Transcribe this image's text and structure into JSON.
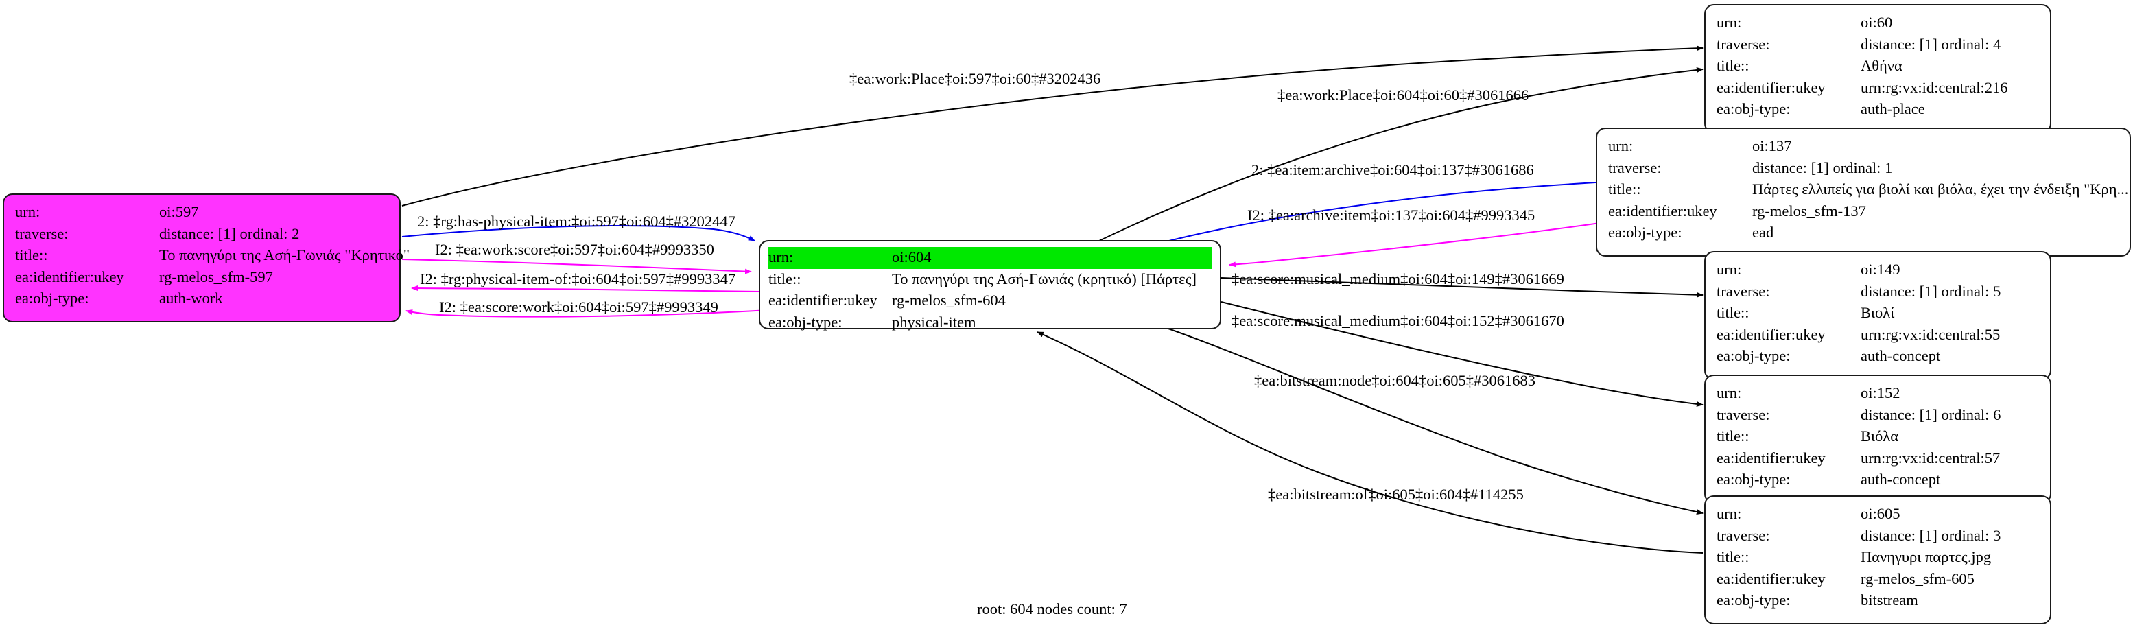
{
  "graph": {
    "caption": "root: 604 nodes count: 7",
    "root_urn": "oi:604",
    "node_count": 7,
    "colors": {
      "root_highlight": "#00e800",
      "focus_node_fill": "#ff33ff",
      "edge_default": "#000000",
      "edge_blue": "#0000ee",
      "edge_magenta": "#ff00ff"
    },
    "field_labels": {
      "urn": "urn:",
      "traverse": "traverse:",
      "title": "title::",
      "ukey": "ea:identifier:ukey",
      "objtype": "ea:obj-type:"
    }
  },
  "nodes": [
    {
      "id": "n597",
      "urn": "oi:597",
      "traverse": "distance: [1]      ordinal: 2",
      "title": "Το πανηγύρι της Ασή-Γωνιάς \"Κρητικό\"",
      "ukey": "rg-melos_sfm-597",
      "objtype": "auth-work"
    },
    {
      "id": "n604",
      "urn": "oi:604",
      "title": "Το πανηγύρι της Ασή-Γωνιάς (κρητικό) [Πάρτες]",
      "ukey": "rg-melos_sfm-604",
      "objtype": "physical-item"
    },
    {
      "id": "n60",
      "urn": "oi:60",
      "traverse": "distance: [1]      ordinal: 4",
      "title": "Αθήνα",
      "ukey": "urn:rg:vx:id:central:216",
      "objtype": "auth-place"
    },
    {
      "id": "n137",
      "urn": "oi:137",
      "traverse": "distance: [1]      ordinal: 1",
      "title": "Πάρτες ελλιπείς για βιολί και βιόλα, έχει την ένδειξη \"Κρη...",
      "ukey": "rg-melos_sfm-137",
      "objtype": "ead"
    },
    {
      "id": "n149",
      "urn": "oi:149",
      "traverse": "distance: [1]      ordinal: 5",
      "title": "Βιολί",
      "ukey": "urn:rg:vx:id:central:55",
      "objtype": "auth-concept"
    },
    {
      "id": "n152",
      "urn": "oi:152",
      "traverse": "distance: [1]      ordinal: 6",
      "title": "Βιόλα",
      "ukey": "urn:rg:vx:id:central:57",
      "objtype": "auth-concept"
    },
    {
      "id": "n605",
      "urn": "oi:605",
      "traverse": "distance: [1]      ordinal: 3",
      "title": "Πανηγυρι παρτες.jpg",
      "ukey": "rg-melos_sfm-605",
      "objtype": "bitstream"
    }
  ],
  "edges": [
    {
      "id": "e1",
      "label": "‡ea:work:Place‡oi:597‡oi:60‡#3202436",
      "color": "#000000",
      "from": "n597",
      "to": "n60"
    },
    {
      "id": "e2",
      "label": "‡ea:work:Place‡oi:604‡oi:60‡#3061666",
      "color": "#000000",
      "from": "n604",
      "to": "n60"
    },
    {
      "id": "e3",
      "label": "2: ‡ea:item:archive‡oi:604‡oi:137‡#3061686",
      "color": "#0000ee",
      "from": "n604",
      "to": "n137"
    },
    {
      "id": "e4",
      "label": "I2: ‡ea:archive:item‡oi:137‡oi:604‡#9993345",
      "color": "#ff00ff",
      "from": "n137",
      "to": "n604"
    },
    {
      "id": "e5",
      "label": "2: ‡rg:has-physical-item:‡oi:597‡oi:604‡#3202447",
      "color": "#0000ee",
      "from": "n597",
      "to": "n604"
    },
    {
      "id": "e6",
      "label": "I2: ‡ea:work:score‡oi:597‡oi:604‡#9993350",
      "color": "#ff00ff",
      "from": "n597",
      "to": "n604"
    },
    {
      "id": "e7",
      "label": "I2: ‡rg:physical-item-of:‡oi:604‡oi:597‡#9993347",
      "color": "#ff00ff",
      "from": "n604",
      "to": "n597"
    },
    {
      "id": "e8",
      "label": "I2: ‡ea:score:work‡oi:604‡oi:597‡#9993349",
      "color": "#ff00ff",
      "from": "n604",
      "to": "n597"
    },
    {
      "id": "e9",
      "label": "‡ea:score:musical_medium‡oi:604‡oi:149‡#3061669",
      "color": "#000000",
      "from": "n604",
      "to": "n149"
    },
    {
      "id": "e10",
      "label": "‡ea:score:musical_medium‡oi:604‡oi:152‡#3061670",
      "color": "#000000",
      "from": "n604",
      "to": "n152"
    },
    {
      "id": "e11",
      "label": "‡ea:bitstream:node‡oi:604‡oi:605‡#3061683",
      "color": "#000000",
      "from": "n604",
      "to": "n605"
    },
    {
      "id": "e12",
      "label": "‡ea:bitstream:of‡oi:605‡oi:604‡#114255",
      "color": "#000000",
      "from": "n605",
      "to": "n604"
    }
  ]
}
